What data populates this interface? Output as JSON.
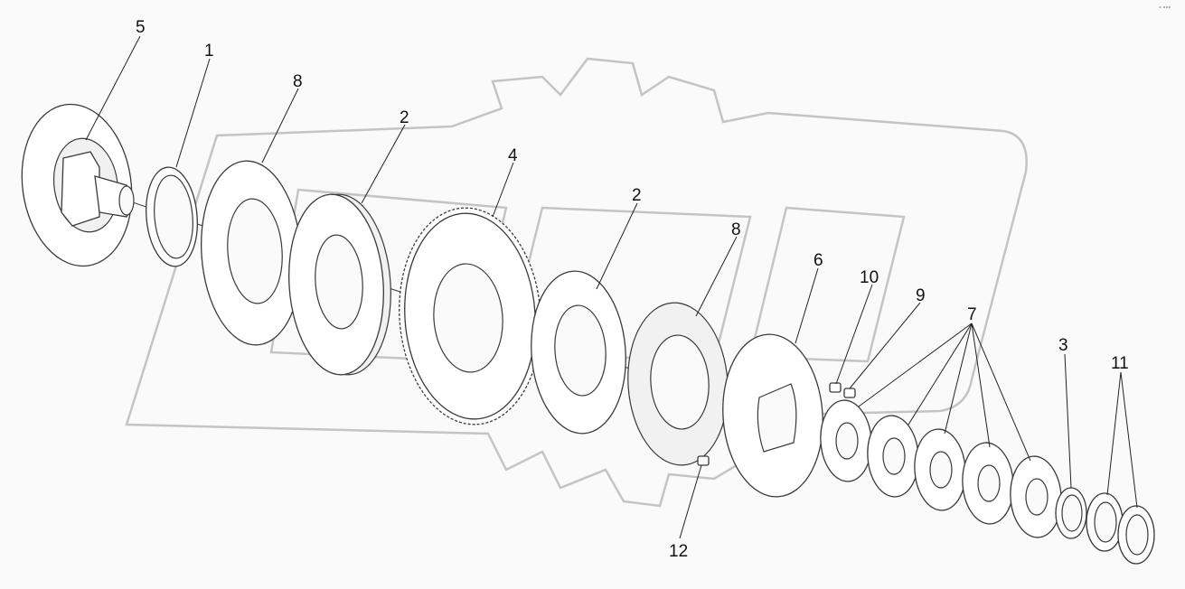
{
  "diagram": {
    "callouts": {
      "c1": "1",
      "c2a": "2",
      "c2b": "2",
      "c3": "3",
      "c4": "4",
      "c5": "5",
      "c6": "6",
      "c7": "7",
      "c8a": "8",
      "c8b": "8",
      "c9": "9",
      "c10": "10",
      "c11": "11",
      "c12": "12"
    },
    "corner_mark": "° °°°",
    "colors": {
      "line": "#3a3a3a",
      "watermark": "#c4c4c4",
      "background": "#fafafa"
    }
  }
}
